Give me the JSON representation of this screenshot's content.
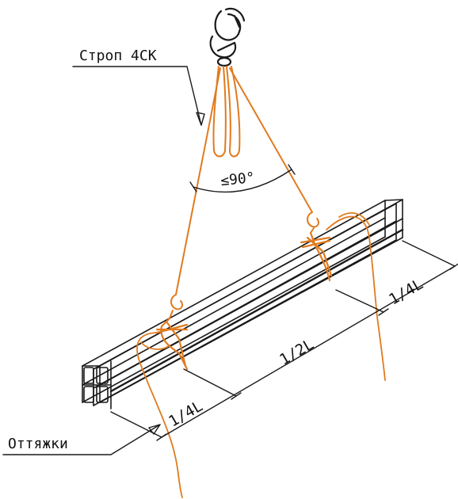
{
  "labels": {
    "sling": "Строп 4СК",
    "angle": "≤90°",
    "guys": "Оттяжки",
    "quarter_left": "1/4L",
    "half": "1/2L",
    "quarter_right": "1/4L"
  },
  "colors": {
    "sling": "#e07b1f",
    "ink": "#1a1a1a",
    "background": "#ffffff"
  },
  "icons": [
    "crane-hook-icon"
  ]
}
